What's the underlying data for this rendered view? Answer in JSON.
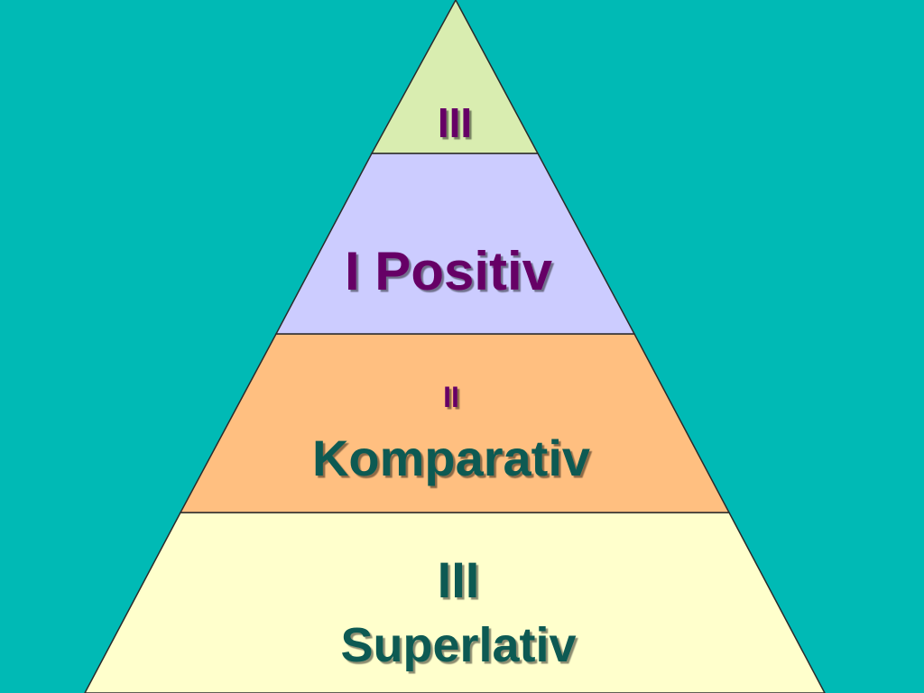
{
  "colors": {
    "background": "#00BAB5",
    "layer_top": "#D9EDB0",
    "layer_positive": "#CCCCFF",
    "layer_comparative": "#FFBF80",
    "layer_superlative": "#FFFFCC",
    "text_purple": "#660066",
    "text_teal": "#0A5A52"
  },
  "pyramid": {
    "top": {
      "label": "III"
    },
    "positive": {
      "label": "I Positiv"
    },
    "comparative": {
      "number": "II",
      "label": "Komparativ"
    },
    "superlative": {
      "number": "III",
      "label": "Superlativ"
    }
  }
}
